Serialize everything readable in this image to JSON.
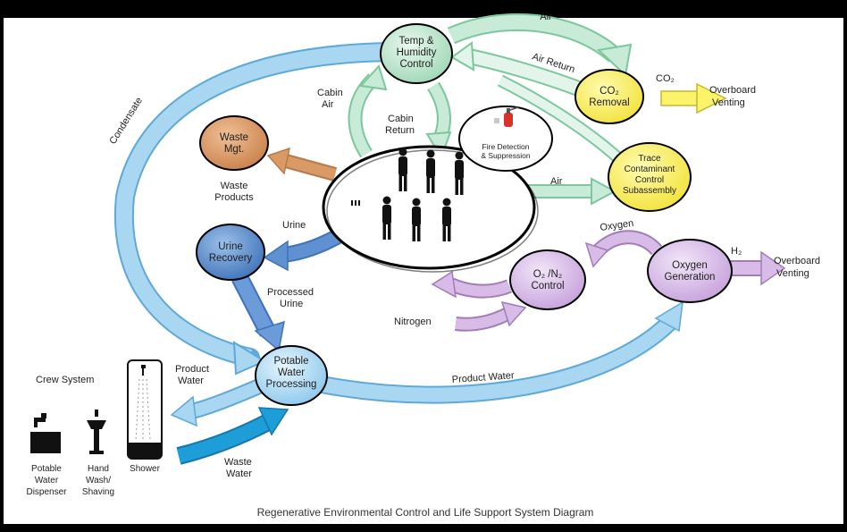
{
  "caption": "Regenerative Environmental Control and Life Support System Diagram",
  "nodes": {
    "temp_humidity": [
      "Temp &",
      "Humidity",
      "Control"
    ],
    "co2_removal": [
      "CO₂",
      "Removal"
    ],
    "trace_contaminant": [
      "Trace",
      "Contaminant",
      "Control",
      "Subassembly"
    ],
    "waste_mgt": [
      "Waste",
      "Mgt."
    ],
    "urine_recovery": [
      "Urine",
      "Recovery"
    ],
    "fire_detection": [
      "Fire Detection",
      "& Suppression"
    ],
    "potable_water": [
      "Potable",
      "Water",
      "Processing"
    ],
    "o2n2_control": [
      "O₂ /N₂",
      "Control"
    ],
    "oxygen_generation": [
      "Oxygen",
      "Generation"
    ]
  },
  "flows": {
    "air_top": "Air",
    "air_return": "Air Return",
    "co2": "CO₂",
    "overboard_venting_1": [
      "Overboard",
      "Venting"
    ],
    "cabin_air": [
      "Cabin",
      "Air"
    ],
    "cabin_return": [
      "Cabin",
      "Return"
    ],
    "condensate": "Condensate",
    "waste_products": [
      "Waste",
      "Products"
    ],
    "air_mid": "Air",
    "urine": "Urine",
    "oxygen": "Oxygen",
    "h2": "H₂",
    "overboard_venting_2": [
      "Overboard",
      "Venting"
    ],
    "processed_urine": [
      "Processed",
      "Urine"
    ],
    "nitrogen": "Nitrogen",
    "product_water_left": [
      "Product",
      "Water"
    ],
    "product_water_right": "Product Water",
    "waste_water": [
      "Waste",
      "Water"
    ]
  },
  "crew": {
    "system_label": "Crew System",
    "potable_dispenser": [
      "Potable",
      "Water",
      "Dispenser"
    ],
    "hand_wash": [
      "Hand",
      "Wash/",
      "Shaving"
    ],
    "shower": "Shower"
  },
  "colors": {
    "air_green": "#c7ebd6",
    "co2_yellow": "#fbf36a",
    "waste_orange": "#d99a65",
    "urine_blue": "#5f90cf",
    "water_blue": "#a9d7f2",
    "o2_purple": "#d8bbe6",
    "waste_water_blue": "#1e9ed8"
  }
}
